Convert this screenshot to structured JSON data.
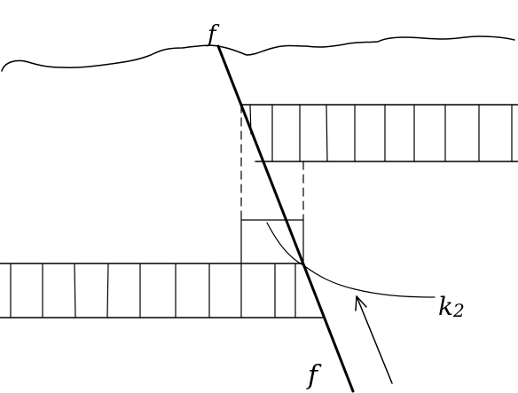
{
  "labels": {
    "fault_top": "f",
    "fault_bottom": "f",
    "layer_marker": "k",
    "layer_marker_sub": "2"
  },
  "colors": {
    "ink": "#000000",
    "background": "#ffffff"
  }
}
